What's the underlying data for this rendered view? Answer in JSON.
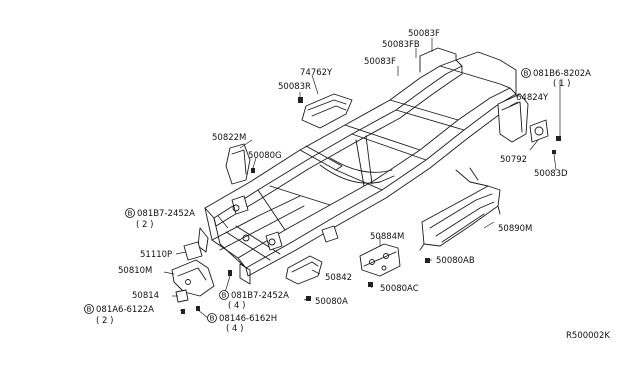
{
  "diagram_id": "R500002K",
  "labels": {
    "p50083F_top": "50083F",
    "p50083FB": "50083FB",
    "p50083F_mid": "50083F",
    "p74762Y": "74762Y",
    "p50083R": "50083R",
    "p081B6_8202A": "081B6-8202A",
    "p081B6_qty": "( 1 )",
    "p64824Y": "64824Y",
    "p50822M": "50822M",
    "p50080G": "50080G",
    "p50792": "50792",
    "p50083D": "50083D",
    "p081B7_2452A_left": "081B7-2452A",
    "p081B7_left_qty": "( 2 )",
    "p51110P": "51110P",
    "p50810M": "50810M",
    "p50814": "50814",
    "p081A6_6122A": "081A6-6122A",
    "p081A6_qty": "( 2 )",
    "p081B7_2452A_mid": "081B7-2452A",
    "p081B7_mid_qty": "( 4 )",
    "p08146_6162H": "08146-6162H",
    "p08146_qty": "( 4 )",
    "p50842": "50842",
    "p50884M": "50884M",
    "p50080A": "50080A",
    "p50080AC": "50080AC",
    "p50080AB": "50080AB",
    "p50890M": "50890M"
  },
  "bolt_marker": "B"
}
